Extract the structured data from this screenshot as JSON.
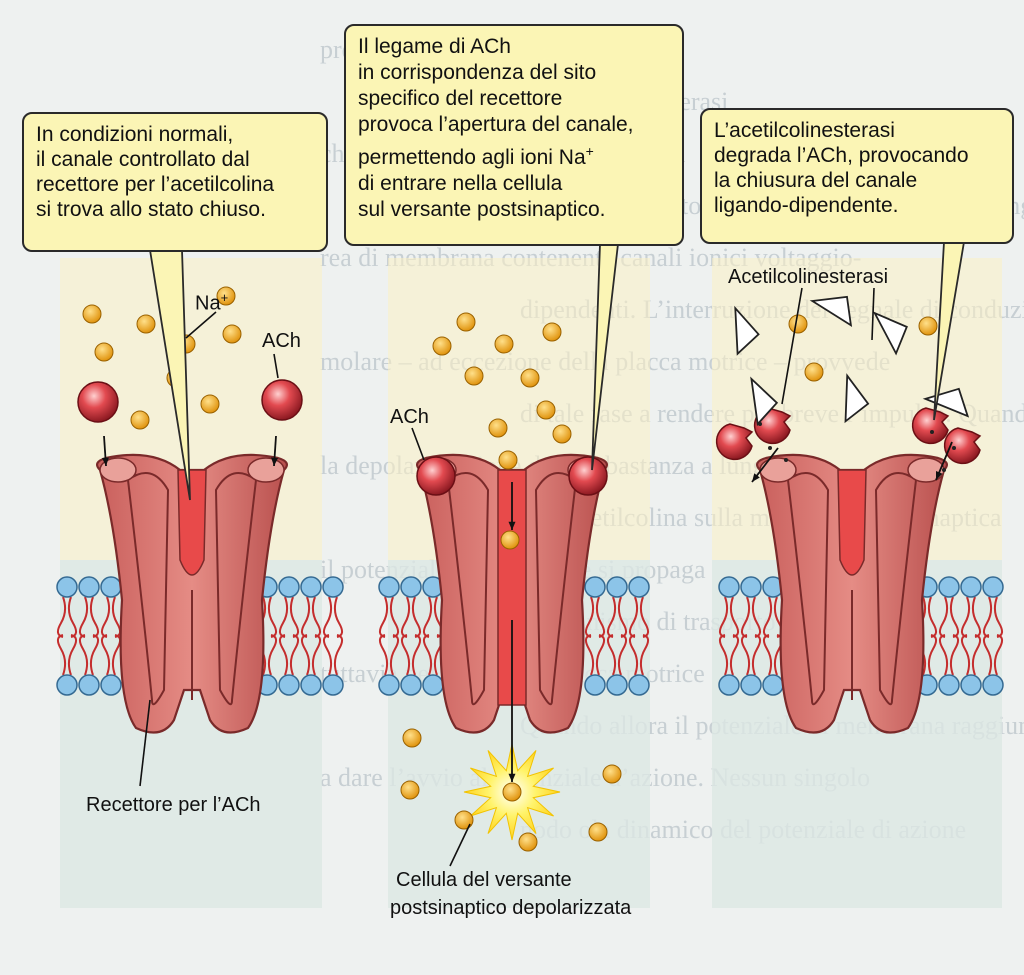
{
  "callouts": {
    "left": [
      "In condizioni normali,",
      "il canale controllato dal",
      "recettore per l’acetilcolina",
      "si trova allo stato chiuso."
    ],
    "middle": [
      "Il legame di ACh",
      "in corrispondenza del sito",
      "specifico del recettore",
      "provoca l’apertura del canale,",
      "permettendo agli ioni Na",
      "di entrare nella cellula",
      "sul versante postsinaptico."
    ],
    "middle_sup": "+",
    "right": [
      "L’acetilcolinesterasi",
      "degrada l’ACh, provocando",
      "la chiusura del canale",
      "ligando-dipendente."
    ]
  },
  "labels": {
    "na": "Na",
    "na_sup": "+",
    "ach_left": "ACh",
    "ach_middle": "ACh",
    "enzyme": "Acetilcolinesterasi",
    "receptor": "Recettore per l’ACh",
    "cell_line1": "Cellula del versante",
    "cell_line2": "postsinaptico depolarizzata"
  },
  "background_text": [
    "presinaptico",
    "L’acetilcolinesterasi",
    "che sono in grado di provocare una",
    "ad un certo punto, tale depolarizzazione raggiunge un'a-",
    "rea di membrana contenente canali ionici voltaggio-",
    "dipendenti. L’interruzione del segnale di conduzione",
    "molare – ad eccezione della placca motrice – provvede",
    "di tale fase a rendere più breve l’impulso. Quando il",
    "la depolarizzazione dura abbastanza a lungo",
    "dell’acetilcolina sulla membrana postsinaptica",
    "il potenziale di azione che si propaga",
    "meccanismo di trasporto ionico",
    "tuttavia nel caso della placca motrice",
    "Quando allora il potenziale di membrana raggiunge",
    "a dare l’avvio al potenziale d’azione. Nessun singolo",
    "nodo ola dinamico del potenziale di azione"
  ],
  "colors": {
    "callout_fill": "#fbf5b5",
    "receptor": "#d9736e",
    "receptor_dark": "#7a2a2a",
    "channel_red": "#e84a4a",
    "membrane_head": "#8cc4e8",
    "ion": "#f2a91c",
    "ach": "#d8343d",
    "enzyme": "#ffffff",
    "burst": "#ffe84a"
  }
}
